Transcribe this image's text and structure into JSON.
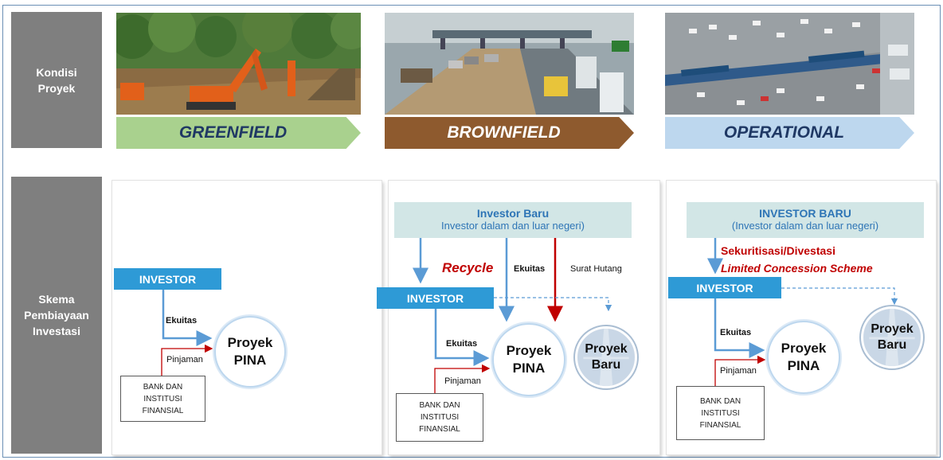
{
  "rows": {
    "kondisi": "Kondisi\nProyek",
    "skema": "Skema\nPembiayaan\nInvestasi"
  },
  "stages": [
    {
      "label": "GREENFIELD",
      "color": "#a9d18e"
    },
    {
      "label": "BROWNFIELD",
      "color": "#8e5a2e"
    },
    {
      "label": "OPERATIONAL",
      "color": "#bdd7ee"
    }
  ],
  "greenfield": {
    "investor": "INVESTOR",
    "ekuitas": "Ekuitas",
    "pinjaman": "Pinjaman",
    "bank": "BANk DAN\nINSTITUSI\nFINANSIAL",
    "proyek": "Proyek\nPINA"
  },
  "brownfield": {
    "banner_title": "Investor Baru",
    "banner_sub": "Investor dalam dan luar negeri)",
    "recycle": "Recycle",
    "ekuitas_top": "Ekuitas",
    "surat_hutang": "Surat Hutang",
    "investor": "INVESTOR",
    "ekuitas": "Ekuitas",
    "pinjaman": "Pinjaman",
    "bank": "BANK DAN\nINSTITUSI\nFINANSIAL",
    "proyek": "Proyek\nPINA",
    "proyek_baru": "Proyek\nBaru"
  },
  "operational": {
    "banner_title": "INVESTOR BARU",
    "banner_sub": "(Investor dalam dan luar negeri)",
    "sekuritisasi": "Sekuritisasi/Divestasi",
    "concession": "Limited Concession  Scheme",
    "investor": "INVESTOR",
    "ekuitas": "Ekuitas",
    "pinjaman": "Pinjaman",
    "bank": "BANK DAN\nINSTITUSI\nFINANSIAL",
    "proyek": "Proyek\nPINA",
    "proyek_baru": "Proyek\nBaru"
  },
  "colors": {
    "flow_blue": "#5b9bd5",
    "loan_red": "#c00000",
    "investor_box": "#2e9ad6"
  }
}
